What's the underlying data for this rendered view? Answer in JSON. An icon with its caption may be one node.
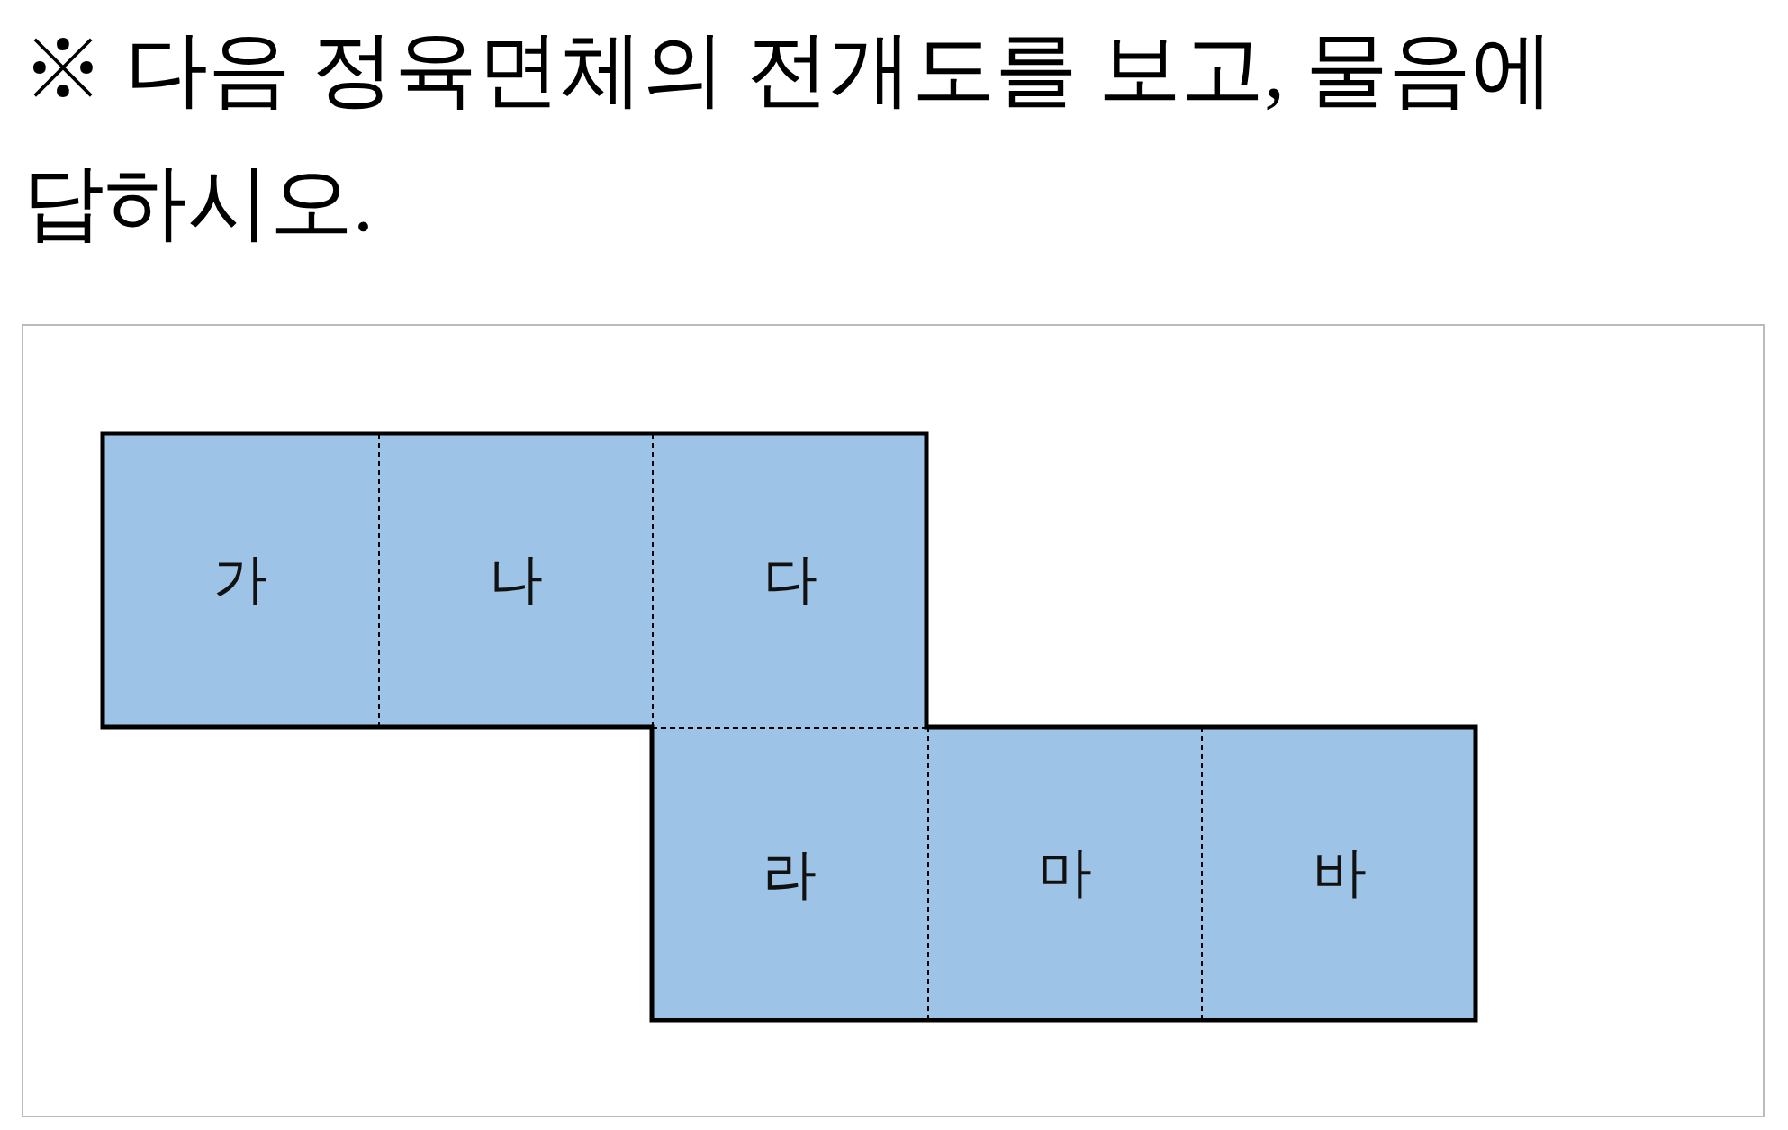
{
  "diagram": {
    "title": "※ 다음 정육면체의 전개도를 보고, 물음에 답하시오.",
    "nodes": [
      {
        "text": [
          "가"
        ]
      },
      {
        "text": [
          "나"
        ]
      },
      {
        "text": [
          "다"
        ]
      },
      {
        "text": [
          "라"
        ]
      },
      {
        "text": [
          "마"
        ]
      },
      {
        "text": [
          "바"
        ]
      }
    ]
  }
}
